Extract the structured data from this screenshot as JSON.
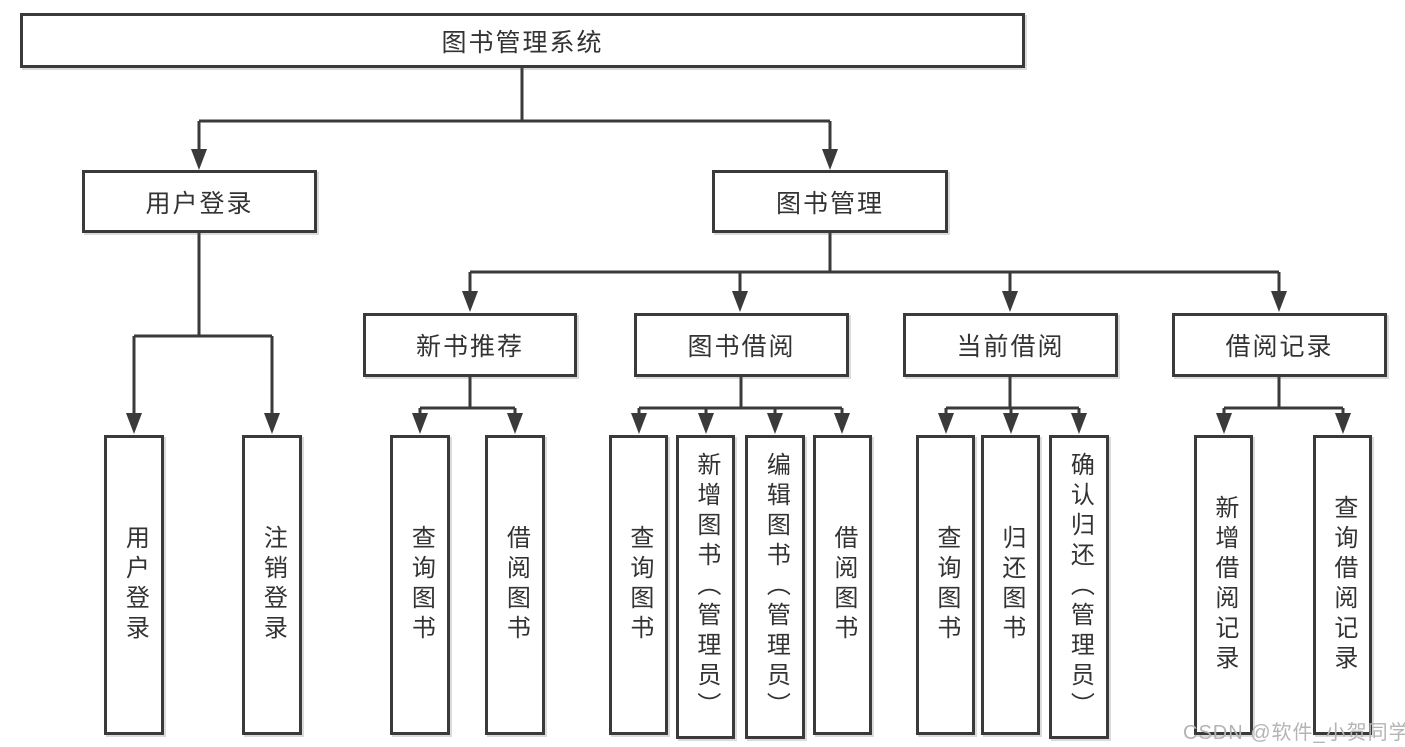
{
  "tree": {
    "label": "图书管理系统",
    "children": [
      {
        "label": "用户登录",
        "children": [
          {
            "label": "用户登录"
          },
          {
            "label": "注销登录"
          }
        ]
      },
      {
        "label": "图书管理",
        "children": [
          {
            "label": "新书推荐",
            "children": [
              {
                "label": "查询图书"
              },
              {
                "label": "借阅图书"
              }
            ]
          },
          {
            "label": "图书借阅",
            "children": [
              {
                "label": "查询图书"
              },
              {
                "label": "新增图书（管理员）"
              },
              {
                "label": "编辑图书（管理员）"
              },
              {
                "label": "借阅图书"
              }
            ]
          },
          {
            "label": "当前借阅",
            "children": [
              {
                "label": "查询图书"
              },
              {
                "label": "归还图书"
              },
              {
                "label": "确认归还（管理员）"
              }
            ]
          },
          {
            "label": "借阅记录",
            "children": [
              {
                "label": "新增借阅记录"
              },
              {
                "label": "查询借阅记录"
              }
            ]
          }
        ]
      }
    ]
  },
  "watermark": {
    "text": "CSDN @软件_小贺同学"
  },
  "colors": {
    "line": "#3a3a3a",
    "text": "#333333",
    "bg": "#ffffff",
    "watermark": "#b4b4b4"
  }
}
